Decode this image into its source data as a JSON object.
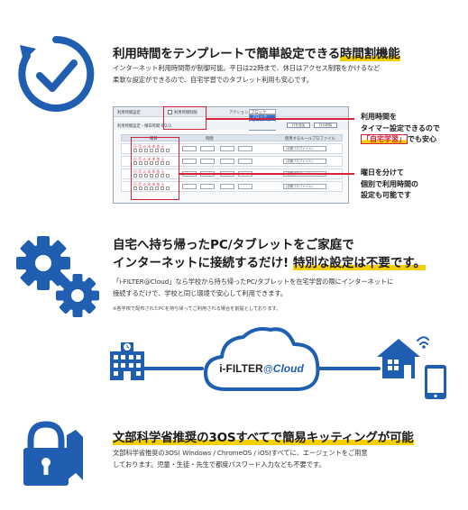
{
  "colors": {
    "primary_blue": "#1f5eb0",
    "highlight_yellow": "#f5d000",
    "accent_red": "#d6213a"
  },
  "section1": {
    "icon": "clock-check-icon",
    "title_main": "利用時間をテンプレートで簡単設定できる",
    "title_highlight": "時間割機能",
    "body_line1": "インターネット利用時間帯が制御可能。平日は22時まで、休日はアクセス制限をかけるなど",
    "body_line2": "柔軟な設定ができるので、自宅学習でのタブレット利用も安心です。",
    "mock": {
      "header_label": "利用時間設定",
      "checkbox_label": "利用時間制限",
      "action_label": "アクション",
      "dropdown_selected": "ブロック",
      "dropdown_options": [
        "ブロック",
        "パスワード",
        "警告"
      ],
      "subheader": "利用時間設定・曜日時間 6/2/3",
      "btn_add": "行を追加",
      "btn_delete": "行の削除",
      "col_day": "曜日",
      "col_time": "時間",
      "col_rule": "使用するルールプロファイル",
      "day_chars": "日月火水木金土",
      "rule_default": "(初期プロファイル)"
    },
    "callout1_line1": "利用時間を",
    "callout1_line2": "タイマー設定できるので",
    "callout1_highlight": "「自宅学習」",
    "callout1_tail": "でも安心",
    "callout2_line1": "曜日を分けて",
    "callout2_line2": "個別で利用時間の",
    "callout2_line3": "設定も可能です"
  },
  "section2": {
    "icon": "gears-icon",
    "title_line1": "自宅へ持ち帰ったPC/タブレットをご家庭で",
    "title_line2_main": "インターネットに接続するだけ! ",
    "title_line2_highlight": "特別な設定は不要です。",
    "body_line1": "「i-FILTER@Cloud」なら学校から持ち帰ったPC/タブレットを在宅学習の際にインターネットに",
    "body_line2": "接続するだけで、学校と同じ環境で安心して利用できます。",
    "note": "※各学校で配布されたPCを持ち帰ってご利用される場合を前提としております。",
    "school_icon": "school-building-icon",
    "cloud_icon": "cloud-icon",
    "house_icon": "house-wifi-icon",
    "tablet_icon": "tablet-icon",
    "cloud_logo_main": "i-FILTER",
    "cloud_logo_at": "@",
    "cloud_logo_cloud": "Cloud"
  },
  "section3": {
    "icon": "lock-map-icon",
    "title": "文部科学省推奨の3OSすべてで簡易キッティングが可能",
    "body_line1": "文部科学省推奨の3OS( Windows / ChromeOS / iOS)すべてに、エージェントをご用意",
    "body_line2": "しております。児童・生徒・先生で都度パスワード入力なども不要です。"
  }
}
